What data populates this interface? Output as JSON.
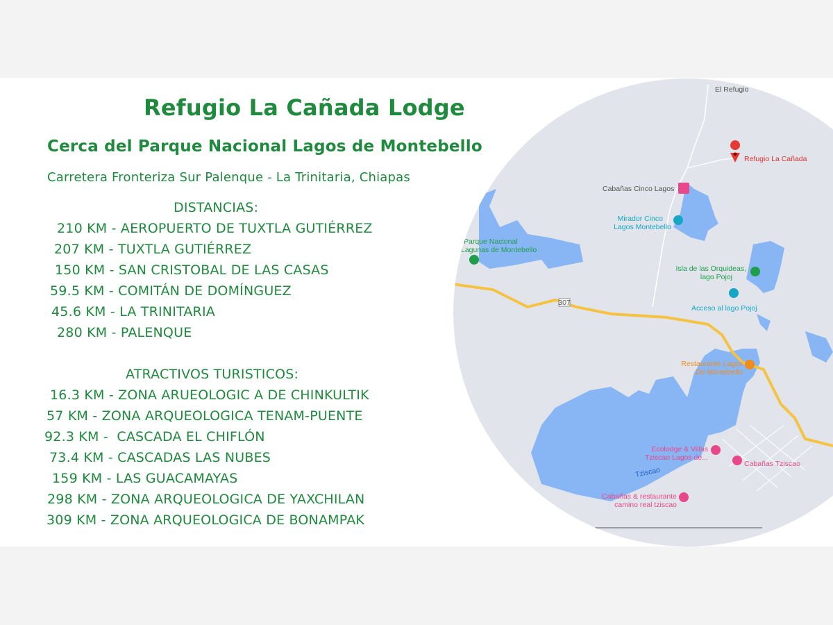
{
  "header": {
    "title": "Refugio La Cañada Lodge",
    "subtitle": "Cerca del Parque Nacional Lagos de Montebello",
    "address": "Carretera Fronteriza Sur Palenque - La Trinitaria, Chiapas"
  },
  "distances": {
    "heading": "DISTANCIAS:",
    "items": [
      "210 KM - AEROPUERTO DE TUXTLA GUTIÉRREZ",
      "207 KM - TUXTLA GUTIÉRREZ",
      "150 KM - SAN CRISTOBAL DE LAS CASAS",
      "59.5 KM - COMITÁN DE DOMÍNGUEZ",
      "45.6 KM - LA TRINITARIA",
      "280 KM - PALENQUE"
    ]
  },
  "attractions": {
    "heading": "ATRACTIVOS TURISTICOS:",
    "items": [
      "16.3 KM - ZONA ARUEOLOGIC A DE CHINKULTIK",
      "57 KM - ZONA ARQUEOLOGICA TENAM-PUENTE",
      "92.3 KM -  CASCADA EL CHIFLÓN",
      "73.4 KM - CASCADAS LAS NUBES",
      "159 KM - LAS GUACAMAYAS",
      "298 KM - ZONA ARQUEOLOGICA DE YAXCHILAN",
      "309 KM - ZONA ARQUEOLOGICA DE BONAMPAK"
    ]
  },
  "map": {
    "labels": {
      "el_refugio": "El Refugio",
      "refugio": "Refugio La Cañada",
      "cabanas_cinco": "Cabañas Cinco Lagos",
      "mirador1": "Mirador Cinco",
      "mirador2": "Lagos Montebello",
      "parque1": "Parque Nacional",
      "parque2": "Lagunas de Montebello",
      "isla1": "Isla de las Orquideas,",
      "isla2": "lago Pojoj",
      "acceso": "Acceso al lago Pojoj",
      "route": "307",
      "rest1": "Restaurante Lagos",
      "rest2": "De Montebello",
      "eco1": "Ecolodge & Villas",
      "eco2": "Tziscao  Lagos de...",
      "cab_tziscao": "Cabañas Tziscao",
      "tziscao": "Tziscao",
      "camino1": "Cabañas & restaurante",
      "camino2": "camino real tziscao"
    },
    "colors": {
      "land": "#e1e5eb",
      "water": "#88b5f4",
      "road": "#f5c242",
      "pin": "#e53935",
      "lodging": "#e8478a",
      "park": "#1e9e4a",
      "viewpoint": "#16a7c4",
      "food": "#ef8c1e"
    }
  },
  "colors": {
    "text": "#1f8a3d",
    "background": "#ffffff"
  }
}
